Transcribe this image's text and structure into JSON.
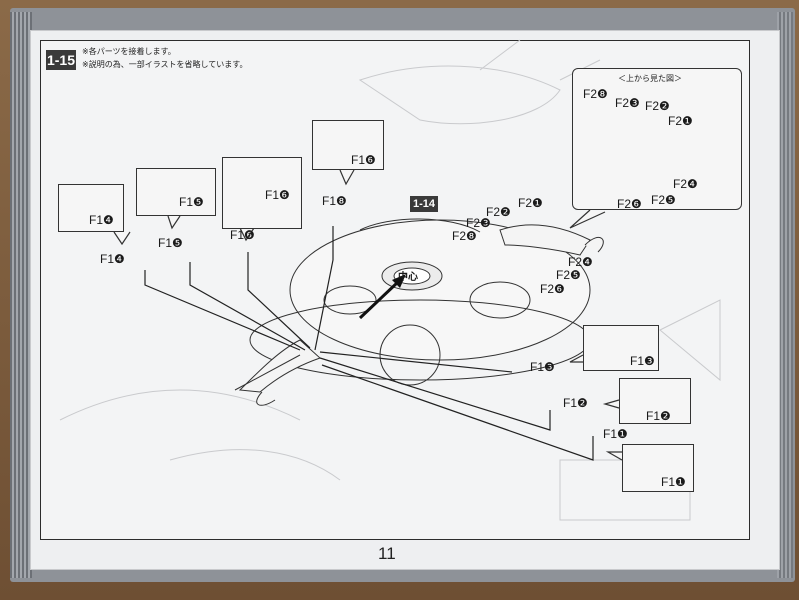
{
  "page": {
    "step_number": "1-15",
    "notes": [
      "※各パーツを接着します。",
      "※説明の為、一部イラストを省略しています。"
    ],
    "sub_step_reference": "1-14",
    "center_mark_label": "中心",
    "page_number": "11"
  },
  "top_view": {
    "title": "＜上から見た図＞",
    "labels": [
      "F2❽",
      "F2❸",
      "F2❷",
      "F2❶",
      "F2❹",
      "F2❺",
      "F2❻"
    ]
  },
  "left_parts": [
    {
      "callout_label": "F1❹",
      "part_label": "F1❹"
    },
    {
      "callout_label": "F1❺",
      "part_label": "F1❺"
    },
    {
      "callout_label": "F1❻",
      "part_label": "F1❻"
    },
    {
      "callout_label": "F1❻",
      "part_label": "F1❽"
    }
  ],
  "right_parts": [
    {
      "callout_label": "F1❸",
      "part_label": "F1❸"
    },
    {
      "callout_label": "F1❷",
      "part_label": "F1❷"
    },
    {
      "callout_label": "F1❶",
      "part_label": "F1❶"
    }
  ],
  "model_labels": [
    "F2❶",
    "F2❷",
    "F2❸",
    "F2❽",
    "F2❹",
    "F2❺",
    "F2❻"
  ],
  "colors": {
    "page": "#eeeff1",
    "ink": "#1a1a1a",
    "badge": "#3a3a3a",
    "booklet_edge": "#8e9298",
    "table": "#7a5a3a"
  }
}
